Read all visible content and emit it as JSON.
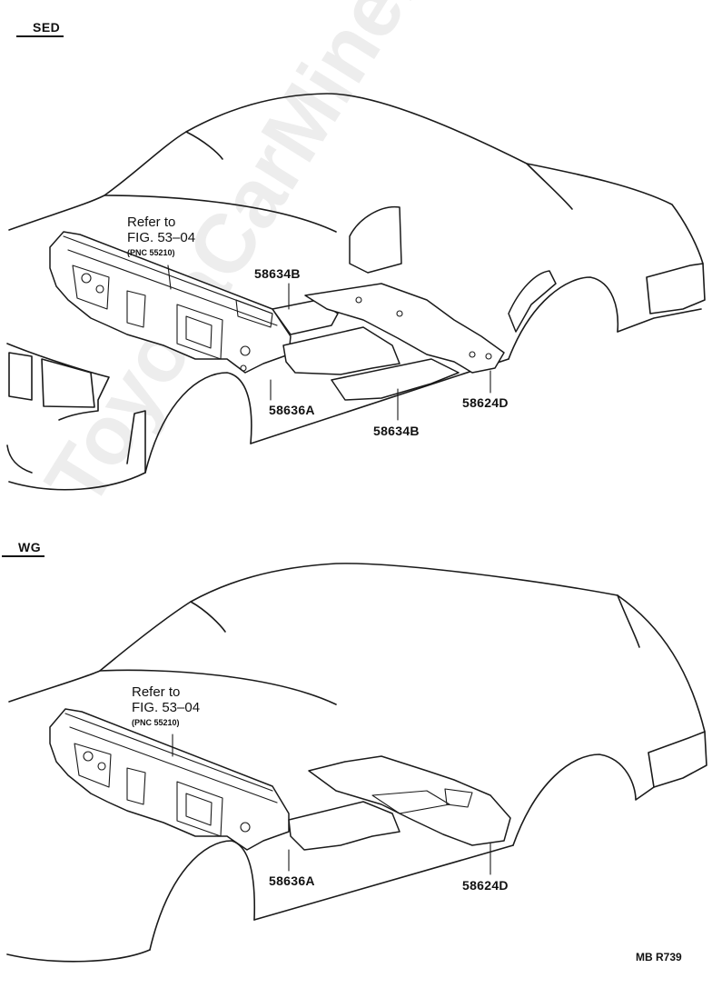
{
  "sections": {
    "sedan": {
      "title": "SED",
      "refer_line1": "Refer to",
      "refer_line2": "FIG. 53–04",
      "refer_pnc": "(PNC 55210)",
      "labels": {
        "p58634b_top": "58634B",
        "p58636a": "58636A",
        "p58634b_bottom": "58634B",
        "p58624d": "58624D"
      }
    },
    "wagon": {
      "title": "WG",
      "refer_line1": "Refer to",
      "refer_line2": "FIG. 53–04",
      "refer_pnc": "(PNC 55210)",
      "labels": {
        "p58636a": "58636A",
        "p58624d": "58624D"
      }
    }
  },
  "watermark": "ToyotaCarMine.ru",
  "illustration_code": "MB R739"
}
